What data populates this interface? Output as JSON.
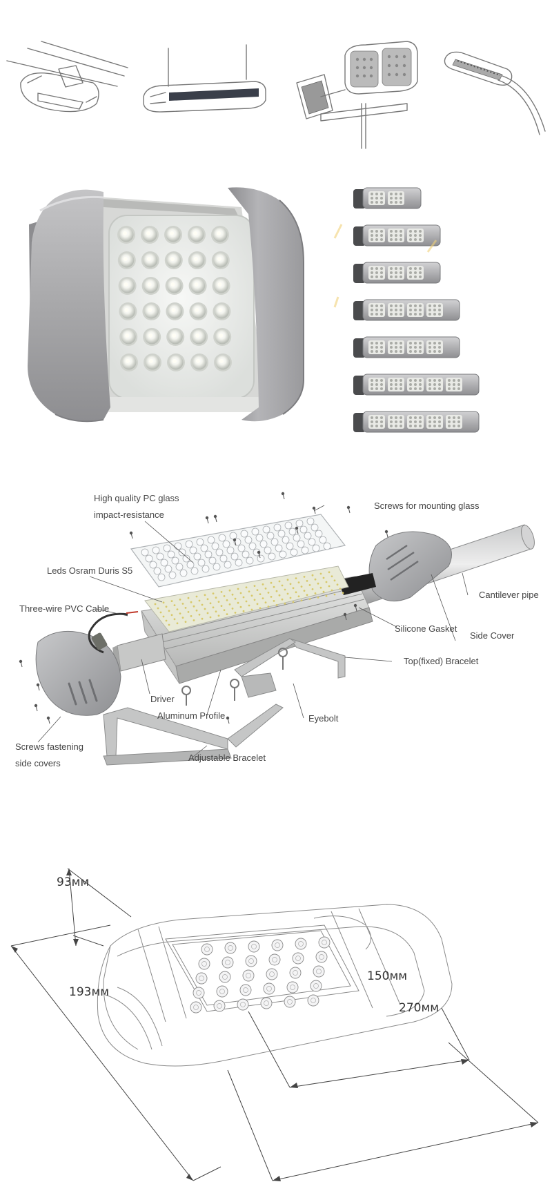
{
  "usage_sketches": {
    "items": [
      "ceiling-mounted-light",
      "suspended-linear-light",
      "flood-light-on-pole",
      "street-light-on-arm"
    ]
  },
  "product_photo": {
    "led_count": 30,
    "module_variants": [
      2,
      3,
      3,
      4,
      4,
      5,
      5
    ]
  },
  "exploded_view": {
    "labels": {
      "pc_glass_line1": "High quality PC glass",
      "pc_glass_line2": "impact-resistance",
      "screws_glass": "Screws for mounting glass",
      "leds": "Leds Osram Duris S5",
      "cable": "Three-wire PVC Cable",
      "cantilever": "Cantilever pipe",
      "gasket": "Silicone Gasket",
      "side_cover": "Side Cover",
      "top_bracelet": "Top(fixed) Bracelet",
      "driver": "Driver",
      "aluminum": "Aluminum Profile",
      "eyebolt": "Eyebolt",
      "screws_side_line1": "Screws fastening",
      "screws_side_line2": "side covers",
      "adjustable": "Adjustable Bracelet"
    }
  },
  "dimensions": {
    "height": "93мм",
    "depth": "193мм",
    "inner_length": "150мм",
    "total_length": "270мм"
  },
  "colors": {
    "housing_gray": "#a9a9ab",
    "housing_dark": "#7d7d80",
    "lens_white": "#eef0ee",
    "line_gray": "#777777"
  }
}
